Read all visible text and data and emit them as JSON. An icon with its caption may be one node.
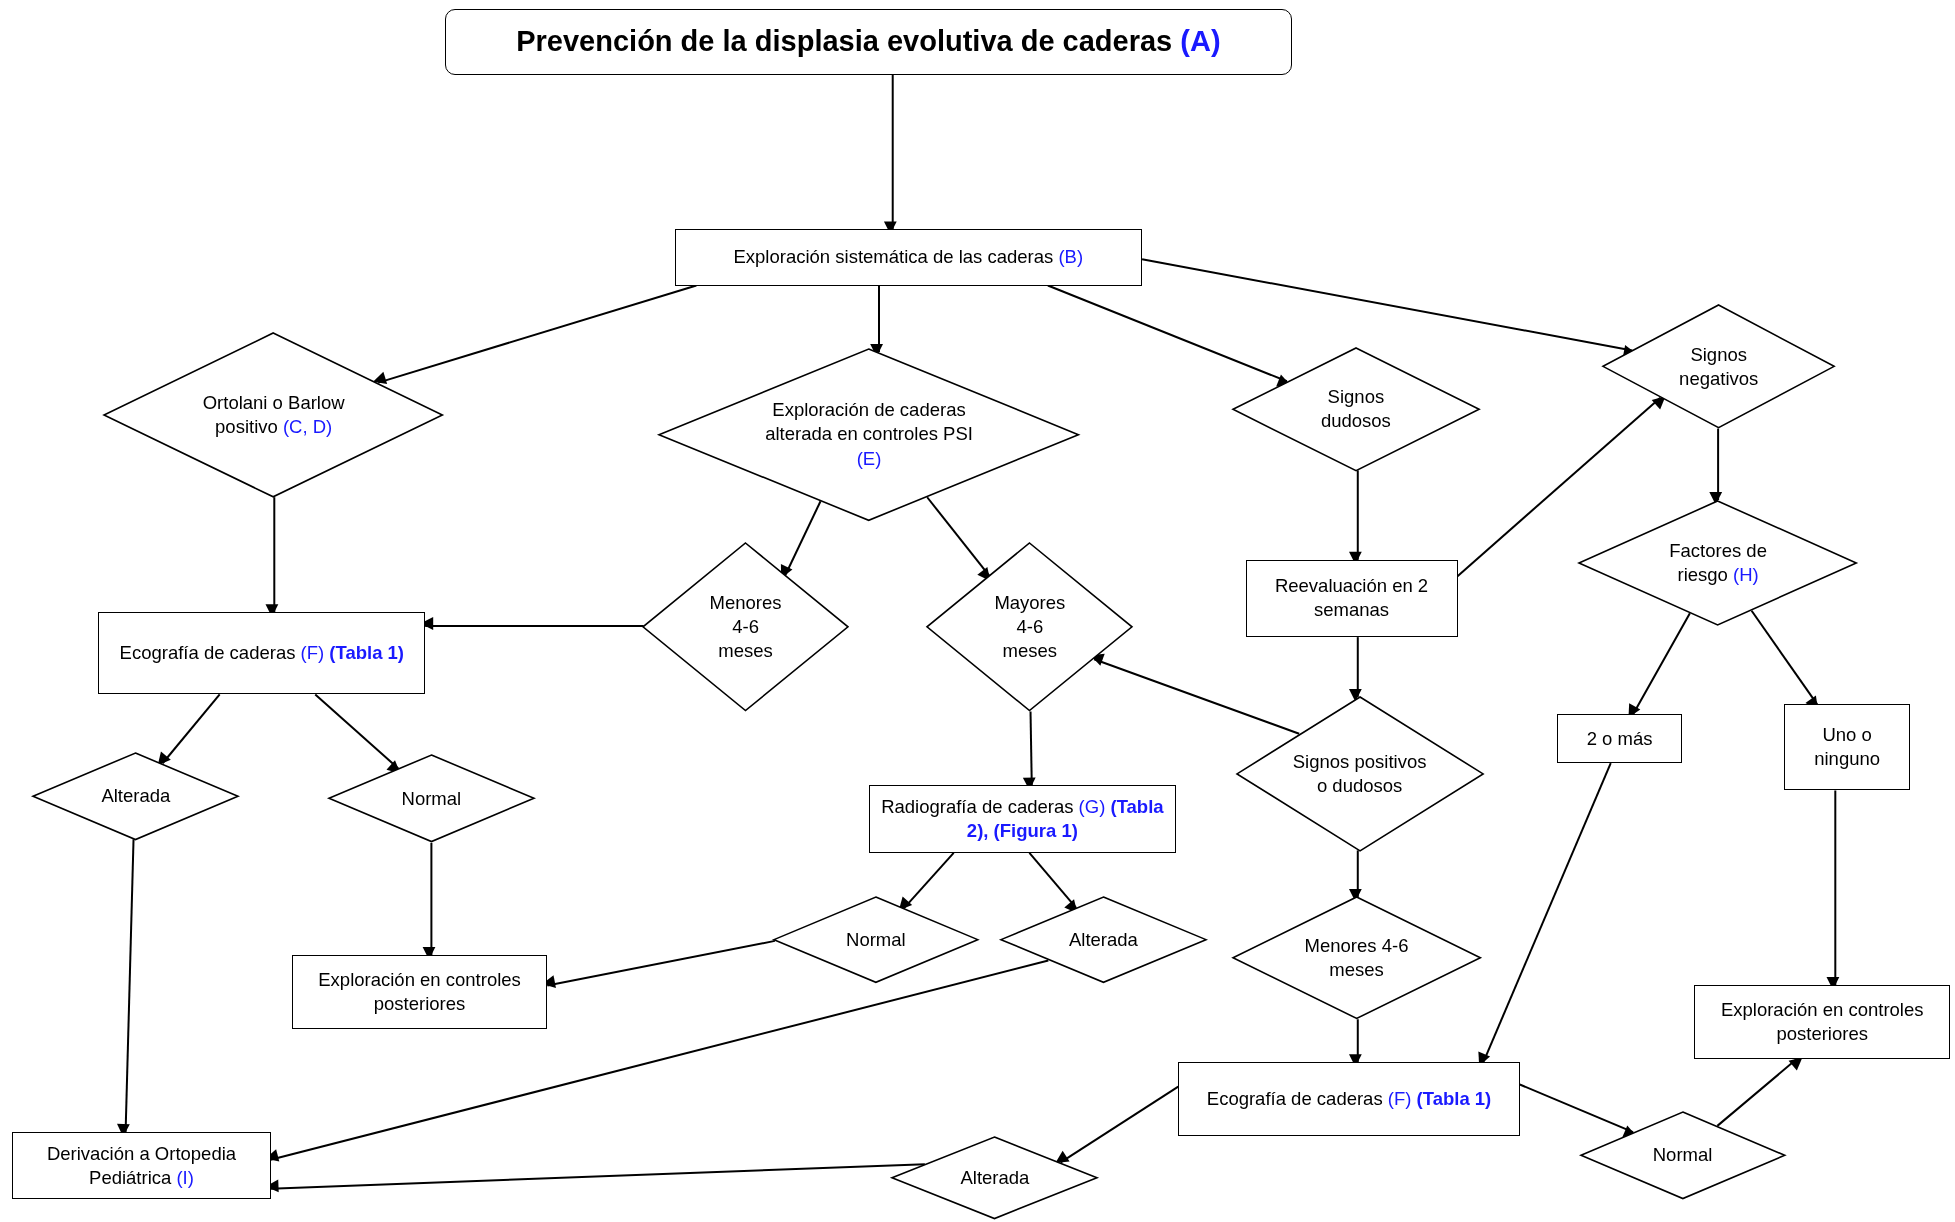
{
  "diagram": {
    "nodes": [
      {
        "text": [
          "Prevención de la displasia evolutiva de caderas",
          "(A)"
        ]
      },
      {
        "text": [
          "Exploración sistemática de las caderas",
          "(B)"
        ]
      },
      {
        "text": [
          "Ortolani o Barlow positivo",
          "(C, D)"
        ]
      },
      {
        "text": [
          "Exploración de caderas alterada en controles PSI",
          "(E)"
        ]
      },
      {
        "text": [
          "Signos dudosos"
        ]
      },
      {
        "text": [
          "Signos negativos"
        ]
      },
      {
        "text": [
          "Ecografía de caderas",
          "(F) **(Tabla 1)**"
        ]
      },
      {
        "text": [
          "Menores 4-6 meses"
        ]
      },
      {
        "text": [
          "Mayores 4-6 meses"
        ]
      },
      {
        "text": [
          "Reevaluación en 2 semanas"
        ]
      },
      {
        "text": [
          "Factores de riesgo",
          "(H)"
        ]
      },
      {
        "text": [
          "Alterada"
        ]
      },
      {
        "text": [
          "Normal"
        ]
      },
      {
        "text": [
          "Signos positivos o dudosos"
        ]
      },
      {
        "text": [
          "2 o más"
        ]
      },
      {
        "text": [
          "Uno o ninguno"
        ]
      },
      {
        "text": [
          "Radiografía de caderas",
          "(G) **(Tabla 2), (Figura 1)**"
        ]
      },
      {
        "text": [
          "Normal"
        ]
      },
      {
        "text": [
          "Alterada"
        ]
      },
      {
        "text": [
          "Exploración en controles posteriores"
        ]
      },
      {
        "text": [
          "Menores 4-6 meses"
        ]
      },
      {
        "text": [
          "Exploración en controles posteriores"
        ]
      },
      {
        "text": [
          "Ecografía de caderas",
          "(F) **(Tabla 1)**"
        ]
      },
      {
        "text": [
          "Derivación a Ortopedia Pediátrica",
          "(I)"
        ]
      },
      {
        "text": [
          "Alterada"
        ]
      },
      {
        "text": [
          "Normal"
        ]
      }
    ],
    "edges": [
      {
        "from": 0,
        "to": 1,
        "arrow": "to"
      },
      {
        "from": 1,
        "to": 2,
        "arrow": "to"
      },
      {
        "from": 1,
        "to": 3,
        "arrow": "to"
      },
      {
        "from": 1,
        "to": 4,
        "arrow": "to"
      },
      {
        "from": 1,
        "to": 5,
        "arrow": "to"
      },
      {
        "from": 2,
        "to": 6,
        "arrow": "to"
      },
      {
        "from": 3,
        "to": 7,
        "arrow": "to"
      },
      {
        "from": 3,
        "to": 8,
        "arrow": "to"
      },
      {
        "from": 7,
        "to": 6,
        "arrow": "to"
      },
      {
        "from": 4,
        "to": 9,
        "arrow": "to"
      },
      {
        "from": 9,
        "to": 5,
        "arrow": "to"
      },
      {
        "from": 9,
        "to": 13,
        "arrow": "to"
      },
      {
        "from": 13,
        "to": 8,
        "arrow": "to"
      },
      {
        "from": 5,
        "to": 10,
        "arrow": "to"
      },
      {
        "from": 10,
        "to": 14,
        "arrow": "to"
      },
      {
        "from": 10,
        "to": 15,
        "arrow": "to"
      },
      {
        "from": 6,
        "to": 11,
        "arrow": "to"
      },
      {
        "from": 6,
        "to": 12,
        "arrow": "to"
      },
      {
        "from": 11,
        "to": 23,
        "arrow": "to"
      },
      {
        "from": 12,
        "to": 19,
        "arrow": "to"
      },
      {
        "from": 8,
        "to": 16,
        "arrow": "to"
      },
      {
        "from": 16,
        "to": 17,
        "arrow": "to"
      },
      {
        "from": 16,
        "to": 18,
        "arrow": "to"
      },
      {
        "from": 17,
        "to": 19,
        "arrow": "to"
      },
      {
        "from": 18,
        "to": 23,
        "arrow": "to"
      },
      {
        "from": 13,
        "to": 20,
        "arrow": "to"
      },
      {
        "from": 20,
        "to": 22,
        "arrow": "to"
      },
      {
        "from": 14,
        "to": 22,
        "arrow": "to"
      },
      {
        "from": 15,
        "to": 21,
        "arrow": "to"
      },
      {
        "from": 22,
        "to": 24,
        "arrow": "to"
      },
      {
        "from": 22,
        "to": 25,
        "arrow": "to"
      },
      {
        "from": 25,
        "to": 21,
        "arrow": "to"
      },
      {
        "from": 24,
        "to": 23,
        "arrow": "to"
      }
    ]
  }
}
